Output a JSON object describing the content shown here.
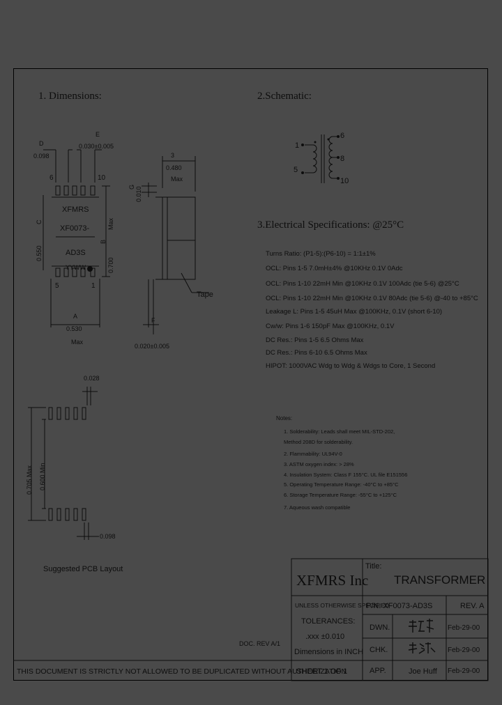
{
  "sections": {
    "dimensions": "1. Dimensions:",
    "schematic": "2.Schematic:",
    "electrical": "3.Electrical Specifications: @25°C"
  },
  "package": {
    "label_d": "D",
    "dim_d": "0.098",
    "label_e": "E",
    "dim_e": "0.030±0.005",
    "pin6": "6",
    "pin10": "10",
    "pin5": "5",
    "pin1": "1",
    "brand": "XFMRS",
    "part": "XF0073-",
    "suffix": "AD3S",
    "datecode": "YYWW",
    "dim_c_label": "C",
    "dim_c": "0.550",
    "dim_b_label": "B",
    "dim_b": "0.700",
    "max": "Max",
    "label_a": "A",
    "dim_a": "0.530",
    "dim_a_max": "Max"
  },
  "side": {
    "label_3": "3",
    "dim_width": "0.480",
    "dim_width_max": "Max",
    "label_g": "G",
    "dim_g": "0.010",
    "tape": "Tape",
    "label_f": "F",
    "dim_f": "0.020±0.005"
  },
  "pcb": {
    "dim_top": "0.028",
    "dim_max": "0.705 Max",
    "dim_min": "0.600 Min",
    "dim_bottom": "0.098",
    "caption": "Suggested PCB Layout"
  },
  "schematic": {
    "pin1": "1",
    "pin5": "5",
    "pin6": "6",
    "pin8": "8",
    "pin10": "10"
  },
  "specs": [
    "Turns Ratio: (P1-5):(P6-10) = 1:1±1%",
    "OCL: Pins 1-5 7.0mH±4% @10KHz 0.1V 0Adc",
    "OCL: Pins 1-10 22mH Min @10KHz 0.1V 100Adc (tie 5-6) @25°C",
    "OCL: Pins 1-10 22mH Min @10KHz 0.1V 80Adc (tie 5-6) @-40 to +85°C",
    "Leakage L: Pins 1-5 45uH Max @100KHz, 0.1V (short 6-10)",
    "Cw/w: Pins 1-6 150pF Max @100KHz, 0.1V",
    "DC Res.: Pins 1-5 6.5 Ohms Max",
    "DC Res.: Pins 6-10 6.5 Ohms Max",
    "HIPOT: 1000VAC Wdg to Wdg & Wdgs to Core, 1 Second"
  ],
  "notes": {
    "title": "Notes:",
    "items": [
      "1. Solderability: Leads shall meet MIL-STD-202,",
      "    Method 208D for solderability.",
      "2. Flammability: UL94V-0",
      "3. ASTM oxygen index: > 28%",
      "4. Insulation System: Class F 155°C. UL file E151556",
      "5. Operating Temperature Range: -40°C to +85°C",
      "6. Storage Temperature Range: -55°C to +125°C",
      "7. Aqueous wash compatible"
    ]
  },
  "doc_rev": "DOC. REV A/1",
  "title_block": {
    "company": "XFMRS Inc",
    "title_label": "Title:",
    "title": "TRANSFORMER",
    "unless": "UNLESS OTHERWISE SPECIFIED",
    "tolerances": "TOLERANCES:",
    "tolerance_value": ".xxx ±0.010",
    "dimensions": "Dimensions in INCH",
    "pn": "P/N: XF0073-AD3S",
    "rev": "REV. A",
    "dwn": "DWN.",
    "chk": "CHK.",
    "app": "APP.",
    "app_name": "Joe Huff",
    "date1": "Feb-29-00",
    "date2": "Feb-29-00",
    "date3": "Feb-29-00",
    "sheet": "SHEET 1 OF 1"
  },
  "footer": "THIS DOCUMENT IS STRICTLY NOT ALLOWED TO BE DUPLICATED WITHOUT AUTHORIZATION"
}
